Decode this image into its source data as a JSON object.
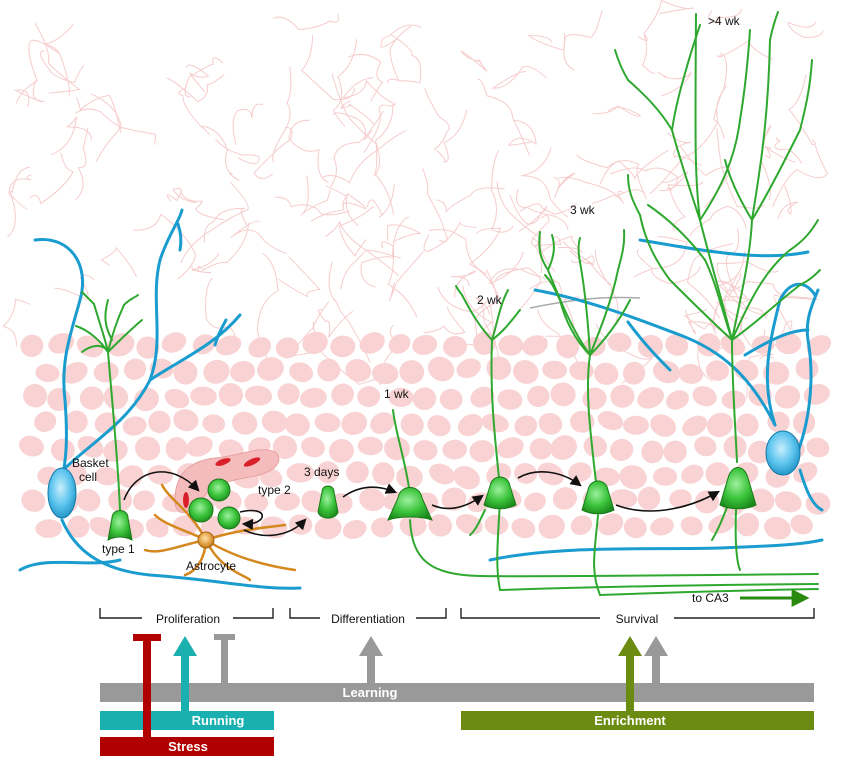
{
  "labels": {
    "basket_cell": [
      "Basket",
      "cell"
    ],
    "type1": "type 1",
    "type2": "type 2",
    "astrocyte": "Astrocyte",
    "days3": "3 days",
    "wk1": "1 wk",
    "wk2": "2 wk",
    "wk3": "3 wk",
    "wk4": ">4 wk",
    "to_ca3": "to CA3"
  },
  "stages": {
    "proliferation": "Proliferation",
    "differentiation": "Differentiation",
    "survival": "Survival"
  },
  "factors": {
    "learning": "Learning",
    "running": "Running",
    "stress": "Stress",
    "enrichment": "Enrichment"
  },
  "colors": {
    "neuron_green": "#2fa82f",
    "neuron_fill": "#3cc43c",
    "basket_blue": "#1a9ccf",
    "blood_red": "#d8202a",
    "astro_orange": "#d4881e",
    "granule_pink": "#f9d3d3",
    "learning_gray": "#999999",
    "running_teal": "#1bb0b0",
    "stress_red": "#b00000",
    "enrichment_olive": "#6b8c10"
  }
}
